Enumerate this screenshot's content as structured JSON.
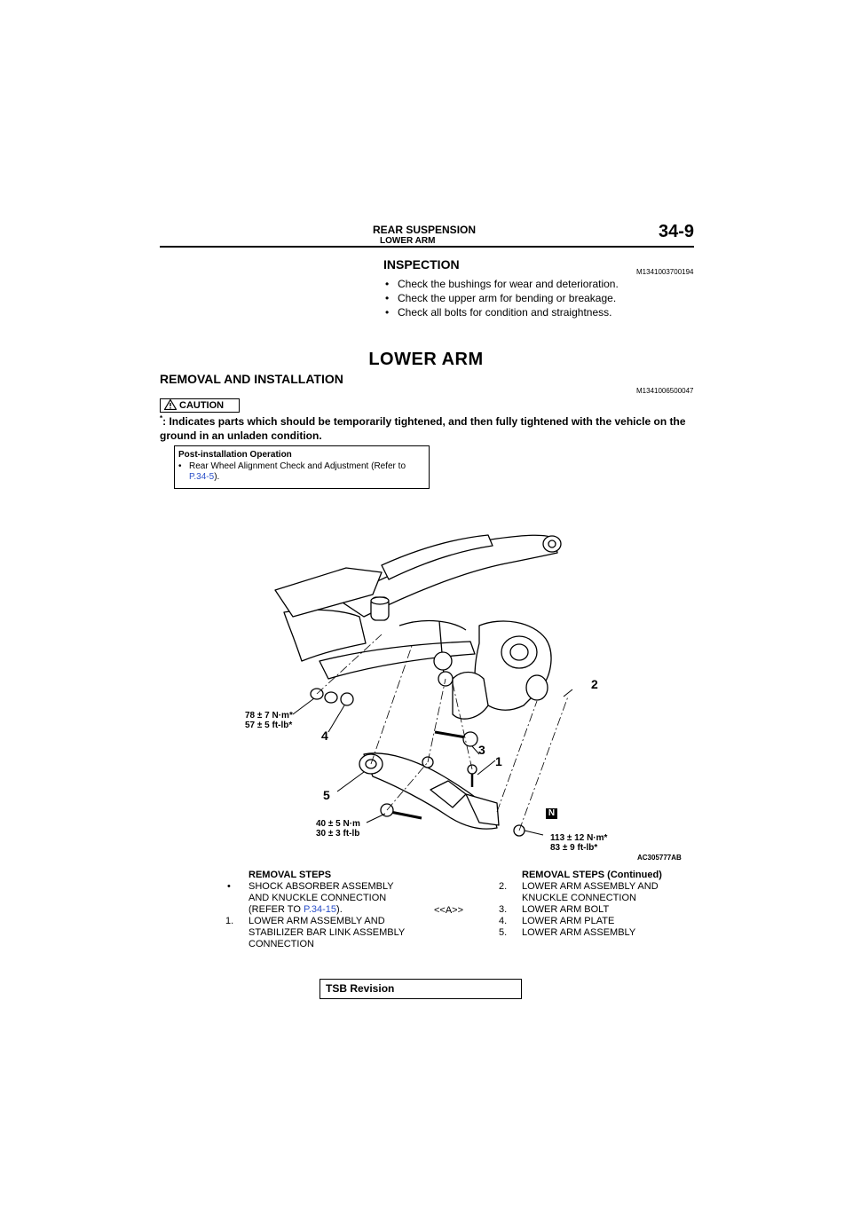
{
  "header": {
    "section": "REAR SUSPENSION",
    "subsection": "LOWER ARM",
    "page_number": "34-9"
  },
  "inspection": {
    "title": "INSPECTION",
    "code": "M1341003700194",
    "items": [
      "Check the bushings for wear and deterioration.",
      "Check the upper arm for bending or breakage.",
      "Check all bolts for condition and straightness."
    ]
  },
  "page_title": "LOWER ARM",
  "removal": {
    "title": "REMOVAL AND INSTALLATION",
    "code": "M1341006500047",
    "caution_label": "CAUTION",
    "note_star": "*",
    "note_text": ": Indicates parts which should be temporarily tightened, and then fully tightened with the vehicle on the ground in an unladen condition."
  },
  "post_installation": {
    "title": "Post-installation Operation",
    "item_text": "Rear Wheel Alignment Check and Adjustment (Refer to ",
    "item_link": "P.34-5",
    "item_end": ")."
  },
  "figure": {
    "code": "AC305777AB",
    "torque_1": {
      "line1": "78 ± 7 N·m*",
      "line2": "57 ± 5 ft-lb*"
    },
    "torque_2": {
      "line1": "40 ± 5 N·m",
      "line2": "30 ± 3 ft-lb"
    },
    "torque_3": {
      "line1": "113 ± 12 N·m*",
      "line2": "83 ± 9 ft-lb*"
    },
    "callouts": [
      "1",
      "2",
      "3",
      "4",
      "5"
    ],
    "n_mark": "N"
  },
  "steps_left": {
    "heading": "REMOVAL STEPS",
    "bullet_lines": [
      "SHOCK ABSORBER ASSEMBLY",
      "AND KNUCKLE CONNECTION",
      "(REFER TO "
    ],
    "bullet_link": "P.34-15",
    "bullet_end": ").",
    "step1_num": "1.",
    "step1_lines": [
      "LOWER ARM ASSEMBLY AND",
      "STABILIZER BAR LINK ASSEMBLY",
      "CONNECTION"
    ]
  },
  "steps_right": {
    "heading": "REMOVAL STEPS (Continued)",
    "mark": "<<A>>",
    "items": [
      {
        "num": "2.",
        "lines": [
          "LOWER ARM ASSEMBLY AND",
          "KNUCKLE CONNECTION"
        ]
      },
      {
        "num": "3.",
        "lines": [
          "LOWER ARM BOLT"
        ]
      },
      {
        "num": "4.",
        "lines": [
          "LOWER ARM PLATE"
        ]
      },
      {
        "num": "5.",
        "lines": [
          "LOWER ARM ASSEMBLY"
        ]
      }
    ]
  },
  "footer": {
    "tsb": "TSB Revision"
  }
}
